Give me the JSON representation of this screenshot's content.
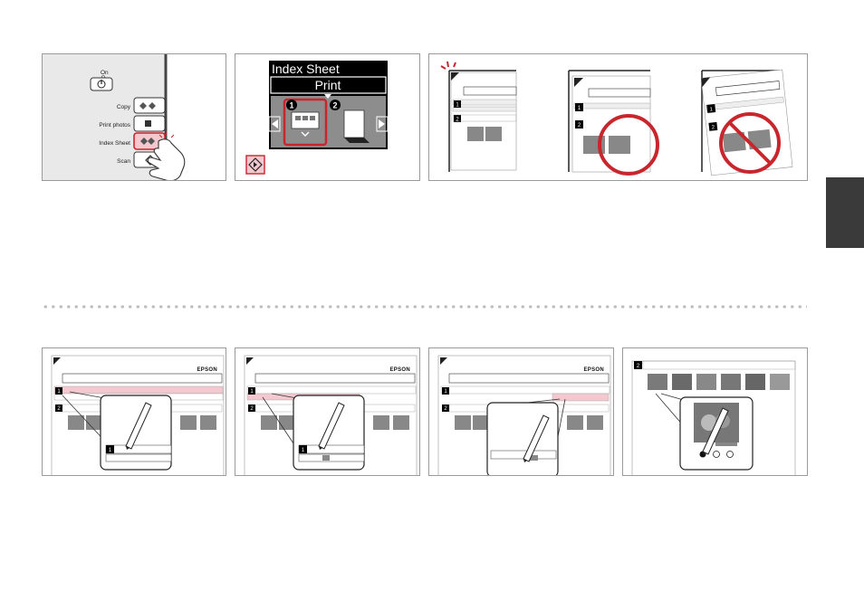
{
  "control_panel": {
    "on_label": "On",
    "copy_label": "Copy",
    "print_photos_label": "Print photos",
    "index_sheet_label": "Index Sheet",
    "scan_label": "Scan"
  },
  "lcd": {
    "title": "Index Sheet",
    "action": "Print",
    "option_1": "1",
    "option_2": "2"
  },
  "sheet": {
    "brand": "EPSON",
    "section_1": "1",
    "section_2": "2"
  },
  "colors": {
    "accent_red": "#c8262c",
    "highlight_pink": "#f3c9cf",
    "lcd_black": "#000000",
    "lcd_gray": "#8d8d8d",
    "side_tab": "#3a3a3a"
  }
}
